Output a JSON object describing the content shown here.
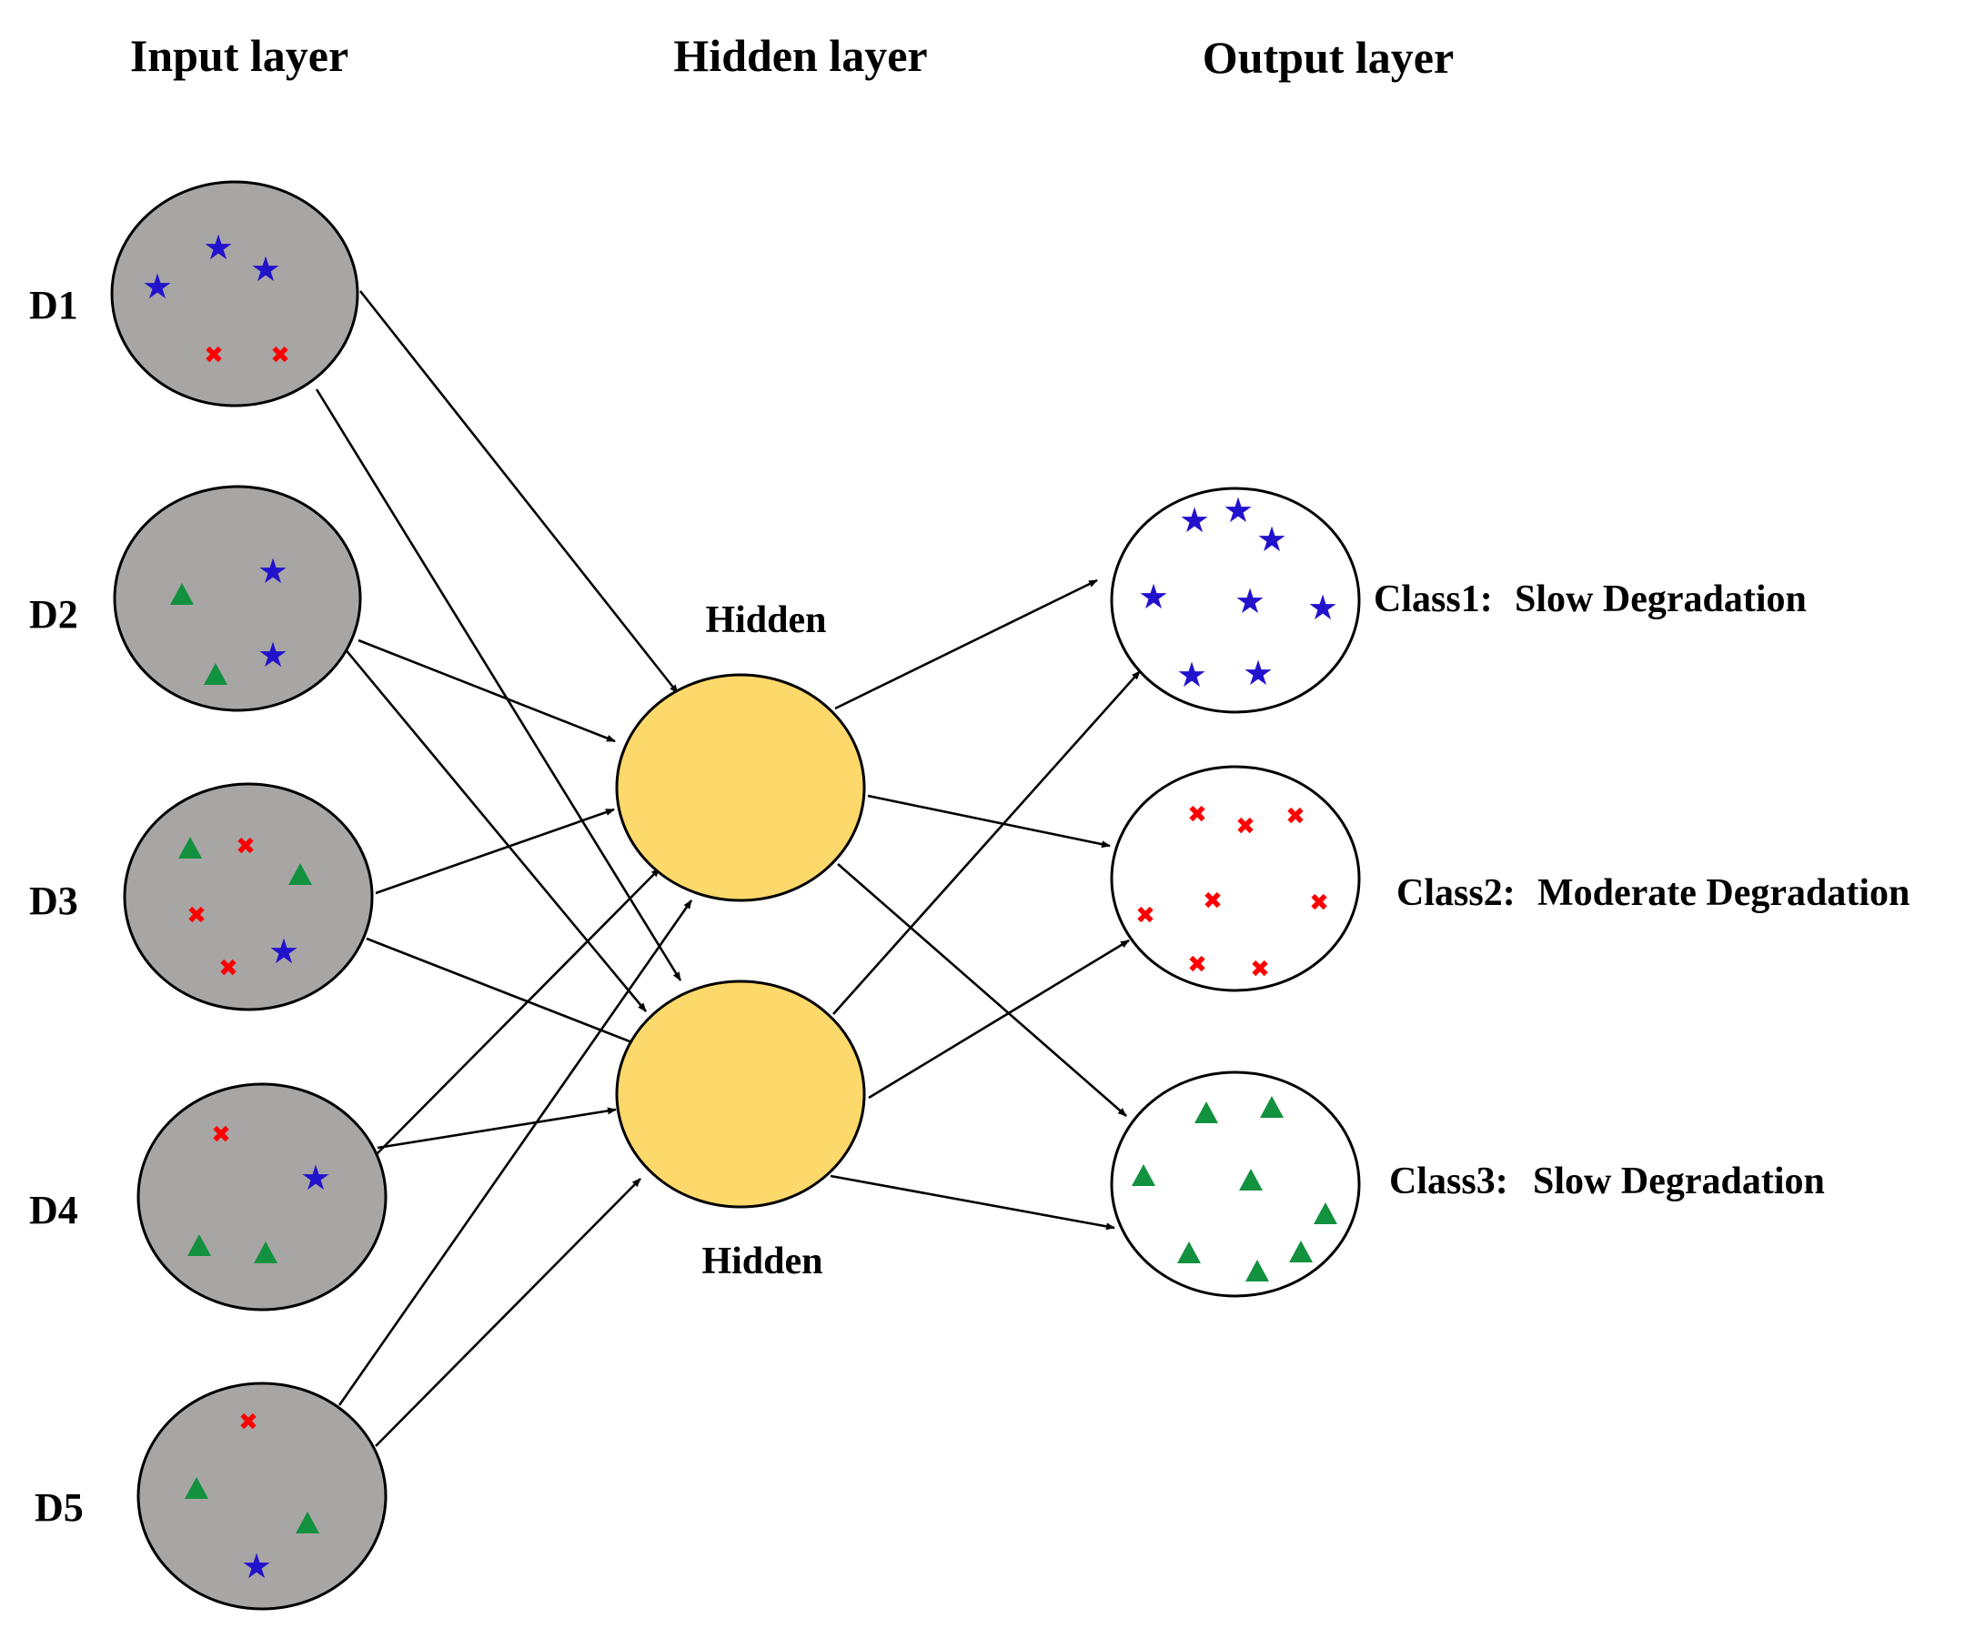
{
  "headers": {
    "input": "Input layer",
    "hidden": "Hidden layer",
    "output": "Output layer"
  },
  "inputs": [
    {
      "label": "D1"
    },
    {
      "label": "D2"
    },
    {
      "label": "D3"
    },
    {
      "label": "D4"
    },
    {
      "label": "D5"
    }
  ],
  "hidden": [
    {
      "label": "Hidden"
    },
    {
      "label": "Hidden"
    }
  ],
  "outputs": [
    {
      "label": "Class1:",
      "desc": "Slow Degradation"
    },
    {
      "label": "Class2:",
      "desc": "Moderate Degradation"
    },
    {
      "label": "Class3:",
      "desc": "Slow Degradation"
    }
  ],
  "colors": {
    "input_fill": "#a8a5a5",
    "hidden_fill": "#fdd86a",
    "output_fill": "#ffffff",
    "star": "#2212cc",
    "cross": "#ff0000",
    "triangle": "#12913f"
  },
  "icons": {
    "star": "star-icon",
    "cross": "cross-icon",
    "triangle": "triangle-icon"
  }
}
